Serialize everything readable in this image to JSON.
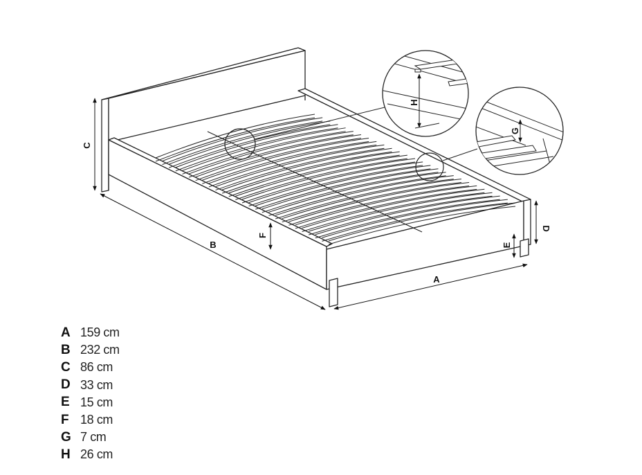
{
  "dimension_labels": {
    "A": "A",
    "B": "B",
    "C": "C",
    "D": "D",
    "E": "E",
    "F": "F",
    "G": "G",
    "H": "H"
  },
  "legend": [
    {
      "letter": "A",
      "value": "159 cm"
    },
    {
      "letter": "B",
      "value": "232 cm"
    },
    {
      "letter": "C",
      "value": "86 cm"
    },
    {
      "letter": "D",
      "value": "33 cm"
    },
    {
      "letter": "E",
      "value": "15 cm"
    },
    {
      "letter": "F",
      "value": "18 cm"
    },
    {
      "letter": "G",
      "value": "7 cm"
    },
    {
      "letter": "H",
      "value": "26 cm"
    }
  ]
}
